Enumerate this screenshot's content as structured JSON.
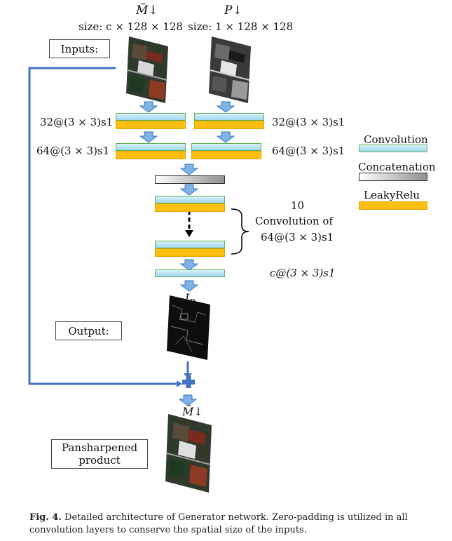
{
  "inputs": {
    "m_label": "M̃↓",
    "m_size": "size: c × 128 × 128",
    "p_label": "P↓",
    "p_size": "size: 1 × 128 × 128",
    "box_label": "Inputs:"
  },
  "layers": {
    "left_conv1": "32@(3 × 3)s1",
    "right_conv1": "32@(3 × 3)s1",
    "left_conv2": "64@(3 × 3)s1",
    "right_conv2": "64@(3 × 3)s1",
    "brace_count": "10",
    "brace_text_1": "Convolution of",
    "brace_text_2": "64@(3 × 3)s1",
    "final_conv": "c@(3 × 3)s1",
    "id_label": "I_D"
  },
  "legend": {
    "convolution": "Convolution",
    "concatenation": "Concatenation",
    "leakyrelu": "LeakyRelu"
  },
  "output": {
    "box_label": "Output:",
    "result_label": "M̂↓",
    "product_line1": "Pansharpened",
    "product_line2": "product"
  },
  "caption": {
    "fig": "Fig. 4.",
    "text": "Detailed architecture of Generator network. Zero-padding is utilized in all convolution layers to conserve the spatial size of the inputs."
  },
  "colors": {
    "conv_fill": "#bfe6f6",
    "conv_border": "#5fb24f",
    "leaky_fill": "#ffbe12",
    "skip_line": "#4472c4",
    "arrow_fill": "#7fb2e5"
  }
}
